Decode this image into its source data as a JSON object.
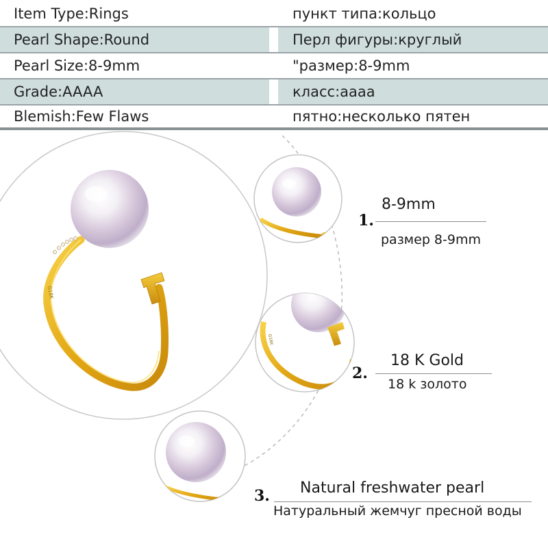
{
  "specs": [
    {
      "en": "Item Type:Rings",
      "ru": "пункт типа:кольцо"
    },
    {
      "en": "Pearl Shape:Round",
      "ru": "Перл фигуры:круглый"
    },
    {
      "en": "Pearl Size:8-9mm",
      "ru": "\"размер:8-9mm"
    },
    {
      "en": "Grade:AAAA",
      "ru": "класс:аааа"
    },
    {
      "en": "Blemish:Few Flaws",
      "ru": "пятно:несколько пятен"
    }
  ],
  "features": [
    {
      "number": "1.",
      "title": "8-9mm",
      "subtitle": "размер 8-9mm"
    },
    {
      "number": "2.",
      "title": "18 K Gold",
      "subtitle": "18 k золото"
    },
    {
      "number": "3.",
      "title": "Natural freshwater pearl",
      "subtitle": "Натуральный жемчуг пресной воды"
    }
  ],
  "engraving": "G18K",
  "colors": {
    "band": "#cfdedd",
    "gold": "#e9b020",
    "pearl_highlight": "#ffffff",
    "pearl_tint": "#c7b6cf"
  }
}
